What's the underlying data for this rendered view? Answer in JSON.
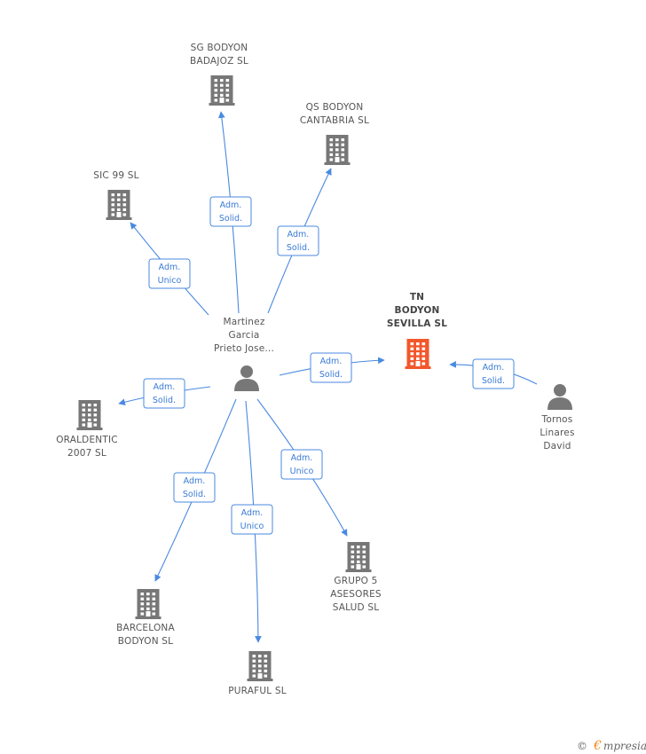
{
  "colors": {
    "building": "#777777",
    "building_main": "#f2572b",
    "person": "#777777",
    "edge": "#4a8ae0",
    "edge_text": "#3a7bd5",
    "label": "#555555"
  },
  "nodes": [
    {
      "id": "center",
      "kind": "person",
      "lines": [
        "Martinez",
        "Garcia",
        "Prieto Jose..."
      ]
    },
    {
      "id": "tn",
      "kind": "building-main",
      "lines": [
        "TN",
        "BODYON",
        "SEVILLA  SL"
      ]
    },
    {
      "id": "tornos",
      "kind": "person",
      "lines": [
        "Tornos",
        "Linares",
        "David"
      ]
    },
    {
      "id": "sg",
      "kind": "building",
      "lines": [
        "SG BODYON",
        "BADAJOZ  SL"
      ]
    },
    {
      "id": "qs",
      "kind": "building",
      "lines": [
        "QS BODYON",
        "CANTABRIA  SL"
      ]
    },
    {
      "id": "sic",
      "kind": "building",
      "lines": [
        "SIC 99 SL"
      ]
    },
    {
      "id": "oral",
      "kind": "building",
      "lines": [
        "ORALDENTIC",
        "2007 SL"
      ]
    },
    {
      "id": "barcelona",
      "kind": "building",
      "lines": [
        "BARCELONA",
        "BODYON  SL"
      ]
    },
    {
      "id": "puraful",
      "kind": "building",
      "lines": [
        "PURAFUL SL"
      ]
    },
    {
      "id": "grupo5",
      "kind": "building",
      "lines": [
        "GRUPO 5",
        "ASESORES",
        "SALUD  SL"
      ]
    }
  ],
  "edges": [
    {
      "id": "e-sg",
      "lines": [
        "Adm.",
        "Solid."
      ]
    },
    {
      "id": "e-qs",
      "lines": [
        "Adm.",
        "Solid."
      ]
    },
    {
      "id": "e-sic",
      "lines": [
        "Adm.",
        "Unico"
      ]
    },
    {
      "id": "e-tn",
      "lines": [
        "Adm.",
        "Solid."
      ]
    },
    {
      "id": "e-tornos",
      "lines": [
        "Adm.",
        "Solid."
      ]
    },
    {
      "id": "e-oral",
      "lines": [
        "Adm.",
        "Solid."
      ]
    },
    {
      "id": "e-barcelona",
      "lines": [
        "Adm.",
        "Solid."
      ]
    },
    {
      "id": "e-puraful",
      "lines": [
        "Adm.",
        "Unico"
      ]
    },
    {
      "id": "e-grupo5",
      "lines": [
        "Adm.",
        "Unico"
      ]
    }
  ],
  "footer": {
    "copyright": "©",
    "brand_first": "€",
    "brand_rest": "mpresia"
  }
}
